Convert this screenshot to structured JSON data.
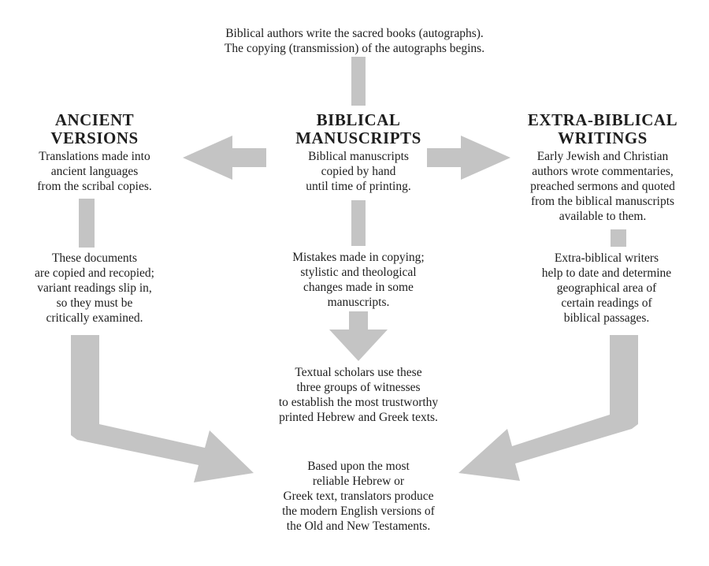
{
  "colors": {
    "arrow": "#c4c4c4",
    "text": "#1e1e1e",
    "background": "#ffffff"
  },
  "top": {
    "lines": [
      "Biblical authors write the sacred books (autographs).",
      "The copying (transmission) of the autographs begins."
    ]
  },
  "left": {
    "heading": [
      "ANCIENT",
      "VERSIONS"
    ],
    "description": [
      "Translations made into",
      "ancient languages",
      "from the scribal copies."
    ],
    "note": [
      "These documents",
      "are copied and recopied;",
      "variant readings slip in,",
      "so they must be",
      "critically examined."
    ]
  },
  "center": {
    "heading": [
      "BIBLICAL",
      "MANUSCRIPTS"
    ],
    "description": [
      "Biblical manuscripts",
      "copied by hand",
      "until time of printing."
    ],
    "note": [
      "Mistakes made in copying;",
      "stylistic and theological",
      "changes made in some",
      "manuscripts."
    ],
    "scholars": [
      "Textual scholars use these",
      "three groups of witnesses",
      "to establish the most trustworthy",
      "printed Hebrew and Greek texts."
    ]
  },
  "right": {
    "heading": [
      "EXTRA-BIBLICAL",
      "WRITINGS"
    ],
    "description": [
      "Early Jewish and Christian",
      "authors wrote commentaries,",
      "preached sermons and quoted",
      "from the biblical manuscripts",
      "available to them."
    ],
    "note": [
      "Extra-biblical writers",
      "help to date and determine",
      "geographical area of",
      "certain readings of",
      "biblical passages."
    ]
  },
  "bottom": {
    "lines": [
      "Based upon the most",
      "reliable Hebrew or",
      "Greek text, translators produce",
      "the modern English versions of",
      "the Old and New Testaments."
    ]
  }
}
